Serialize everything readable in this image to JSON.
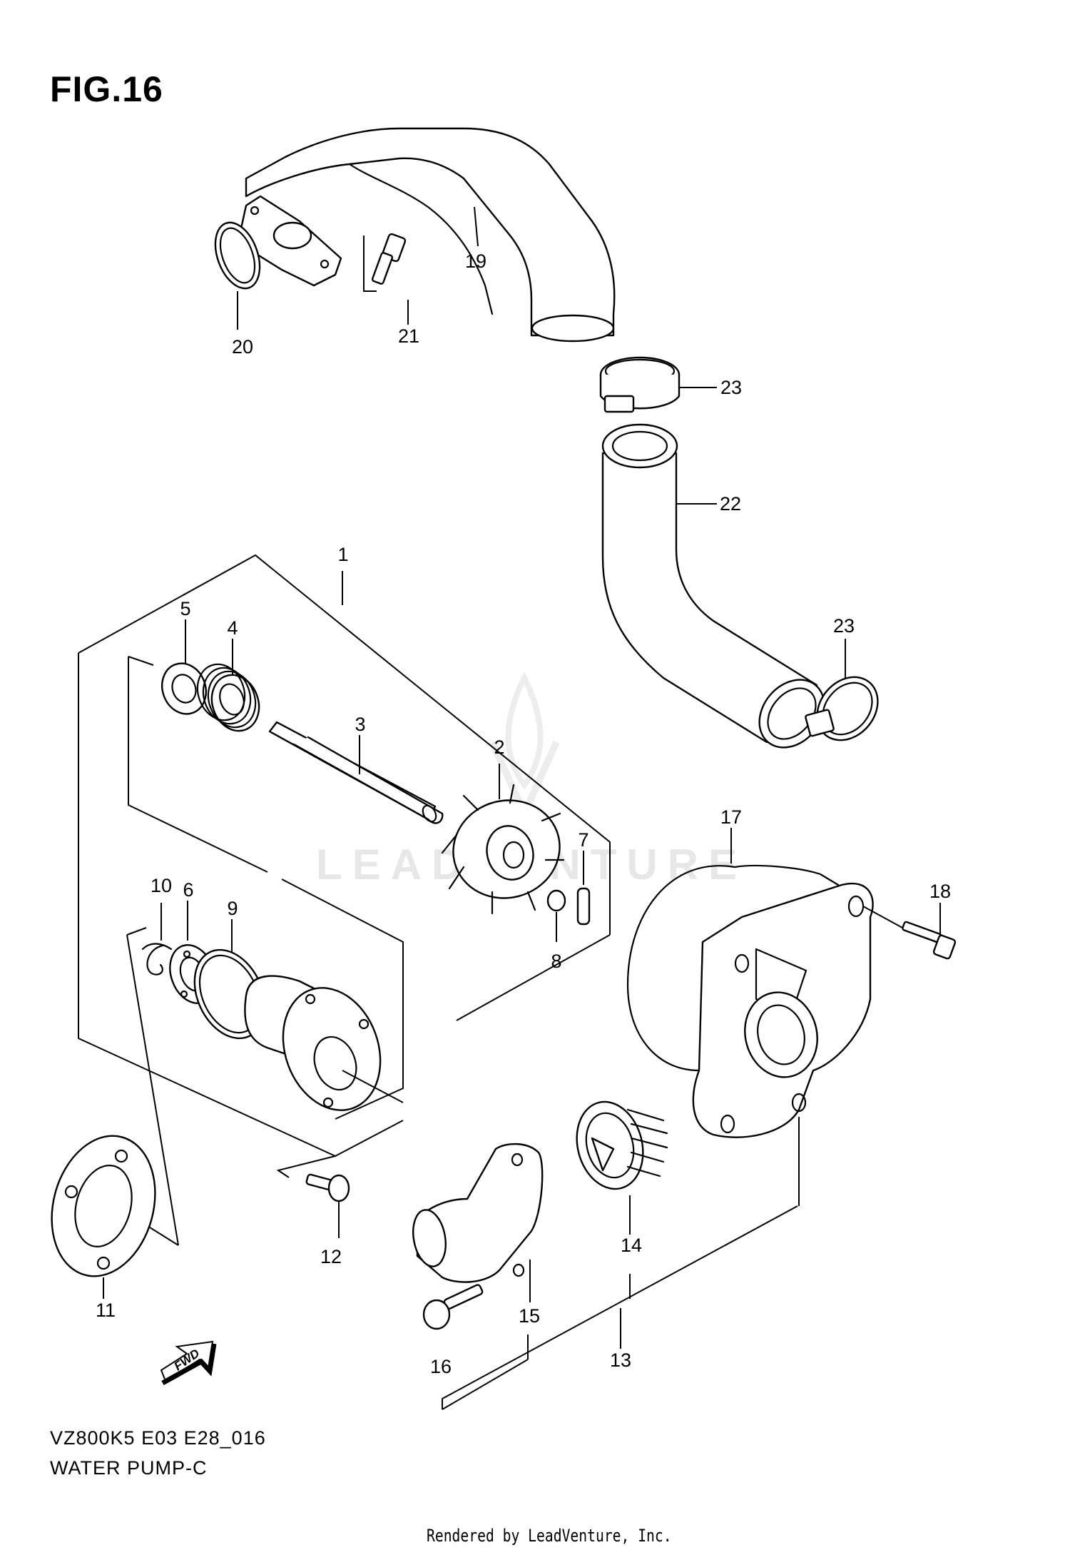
{
  "figure": {
    "title": "FIG.16",
    "model_code": "VZ800K5 E03 E28_016",
    "section_name": "WATER PUMP-C",
    "credit": "Rendered by LeadVenture, Inc.",
    "watermark": "LEADVENTURE",
    "direction_label": "FWD"
  },
  "callouts": [
    {
      "id": "1",
      "label": "1"
    },
    {
      "id": "2",
      "label": "2"
    },
    {
      "id": "3",
      "label": "3"
    },
    {
      "id": "4",
      "label": "4"
    },
    {
      "id": "5",
      "label": "5"
    },
    {
      "id": "6",
      "label": "6"
    },
    {
      "id": "7",
      "label": "7"
    },
    {
      "id": "8",
      "label": "8"
    },
    {
      "id": "9",
      "label": "9"
    },
    {
      "id": "10",
      "label": "10"
    },
    {
      "id": "11",
      "label": "11"
    },
    {
      "id": "12",
      "label": "12"
    },
    {
      "id": "13",
      "label": "13"
    },
    {
      "id": "14",
      "label": "14"
    },
    {
      "id": "15",
      "label": "15"
    },
    {
      "id": "16",
      "label": "16"
    },
    {
      "id": "17",
      "label": "17"
    },
    {
      "id": "18",
      "label": "18"
    },
    {
      "id": "19",
      "label": "19"
    },
    {
      "id": "20",
      "label": "20"
    },
    {
      "id": "21",
      "label": "21"
    },
    {
      "id": "22",
      "label": "22"
    },
    {
      "id": "23a",
      "label": "23"
    },
    {
      "id": "23b",
      "label": "23"
    }
  ],
  "colors": {
    "line": "#000000",
    "background": "#ffffff",
    "watermark": "#e7e7e7"
  }
}
